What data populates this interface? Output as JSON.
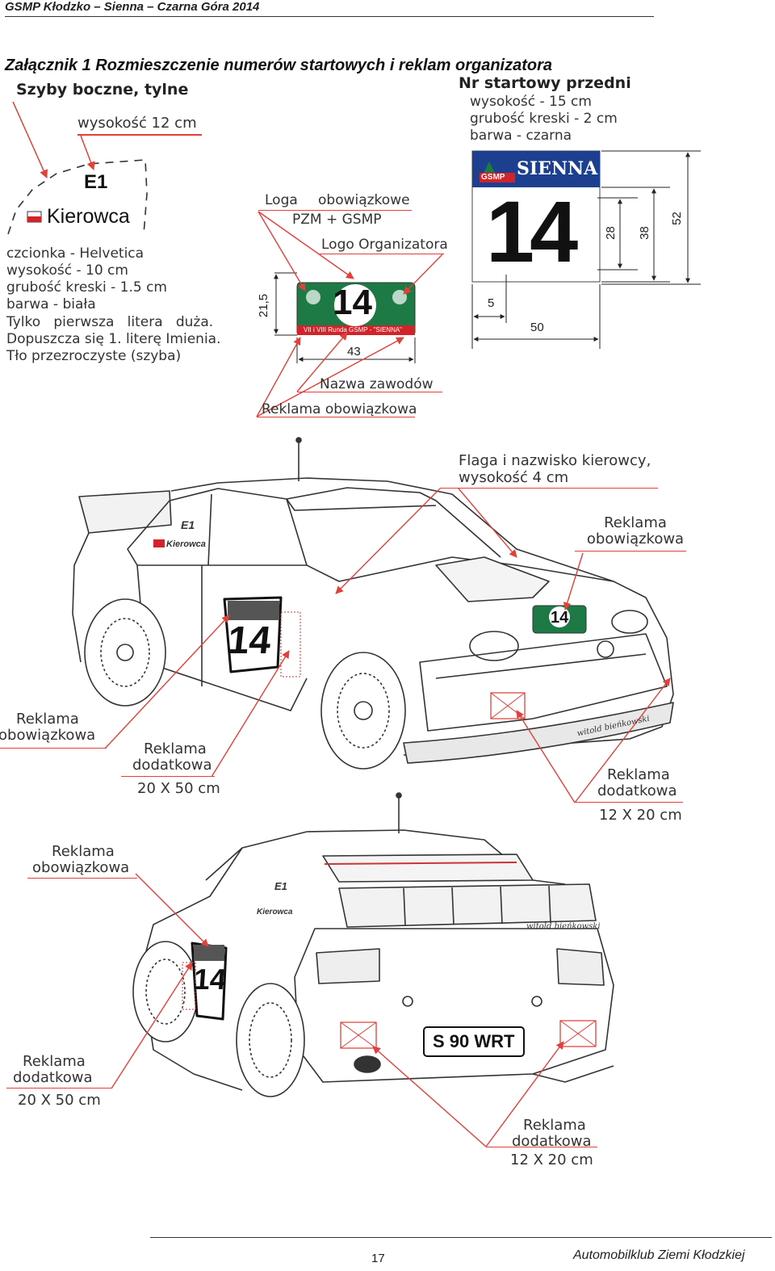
{
  "header": {
    "title": "GSMP Kłodzko – Sienna – Czarna Góra 2014"
  },
  "doc_title": "Załącznik 1 Rozmieszczenie numerów startowych i reklam organizatora",
  "side_windows": {
    "heading": "Szyby boczne, tylne",
    "height_label": "wysokość 12 cm",
    "class_code": "E1",
    "driver_name": "Kierowca",
    "spec_lines": [
      "czcionka - Helvetica",
      "wysokość - 10 cm",
      "grubość kreski - 1.5 cm",
      "barwa - biała",
      "Tylko   pierwsza   litera   duża.",
      "Dopuszcza się 1. literę Imienia.",
      "Tło przezroczyste (szyba)"
    ]
  },
  "front_number": {
    "heading": "Nr startowy przedni",
    "spec_lines": [
      "wysokość - 15 cm",
      "grubość kreski - 2 cm",
      "barwa - czarna"
    ],
    "brand_small": "GSMP",
    "brand_big": "SIENNA",
    "number": "14",
    "dim_28": "28",
    "dim_38": "38",
    "dim_52": "52",
    "dim_5": "5",
    "dim_50": "50"
  },
  "plate": {
    "logos_label_a": "Loga",
    "logos_label_b": "obowiązkowe",
    "logos_label_c": "PZM + GSMP",
    "organizer_logo": "Logo Organizatora",
    "number": "14",
    "strip_text": "VII i VIII Runda GSMP - \"SIENNA\"",
    "dim_height": "21,5",
    "dim_width": "43",
    "event_name": "Nazwa zawodów",
    "mandatory_ad": "Reklama obowiązkowa"
  },
  "car_front": {
    "flag_label_1": "Flaga i nazwisko kierowcy,",
    "flag_label_2": "wysokość 4 cm",
    "mandatory_right_1": "Reklama",
    "mandatory_right_2": "obowiązkowa",
    "mandatory_left_1": "Reklama",
    "mandatory_left_2": "obowiązkowa",
    "extra_door_1": "Reklama",
    "extra_door_2": "dodatkowa",
    "extra_door_3": "20 X 50 cm",
    "extra_bumper_1": "Reklama",
    "extra_bumper_2": "dodatkowa",
    "extra_bumper_3": "12 X 20 cm",
    "door_number": "14",
    "hood_number": "14",
    "window_code": "E1",
    "window_name": "Kierowca",
    "signature": "witold bieńkowski"
  },
  "car_rear": {
    "mandatory_1": "Reklama",
    "mandatory_2": "obowiązkowa",
    "extra_door_1": "Reklama",
    "extra_door_2": "dodatkowa",
    "extra_door_3": "20 X 50 cm",
    "extra_bumper_1": "Reklama",
    "extra_bumper_2": "dodatkowa",
    "extra_bumper_3": "12 X 20 cm",
    "license_plate": "S 90 WRT",
    "door_number": "14",
    "window_code": "E1",
    "window_name": "Kierowca",
    "signature": "witold bieńkowski"
  },
  "footer": {
    "page_number": "17",
    "club": "Automobilklub Ziemi Kłodzkiej"
  },
  "colors": {
    "accent_red": "#e0413a",
    "plate_green": "#1d7a45",
    "banner_blue": "#1c3f8f"
  }
}
